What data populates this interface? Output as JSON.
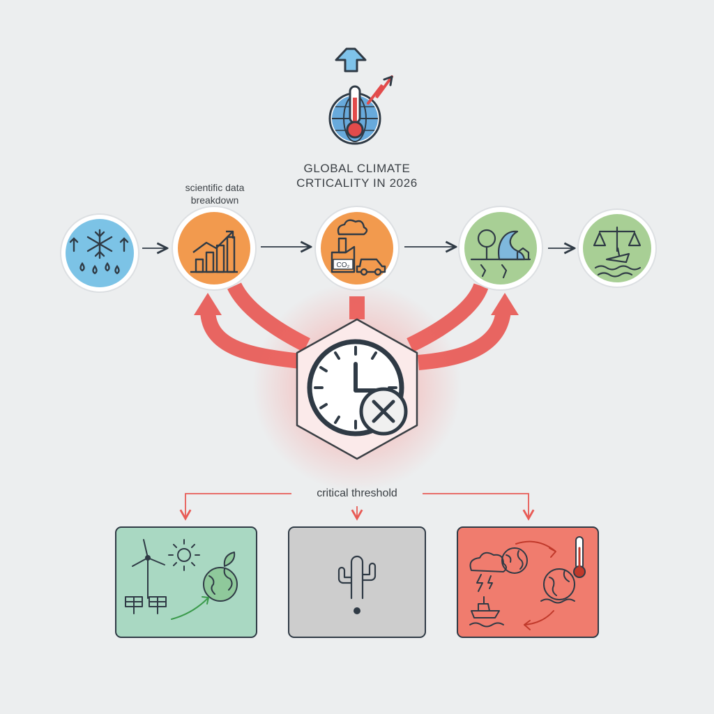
{
  "title": {
    "line1": "GLOBAL CLIMATE",
    "line2": "CRTICALITY IN 2026"
  },
  "subtitle": {
    "line1": "scientific data",
    "line2": "breakdown"
  },
  "threshold_label": "critical threshold",
  "text_in_icons": {
    "co2": "CO₂"
  },
  "nodes": [
    {
      "icon": "snowflake-precipitation-icon",
      "color": "#7cc3e6"
    },
    {
      "icon": "rising-bar-chart-icon",
      "color": "#f29a4e"
    },
    {
      "icon": "factory-emissions-car-icon",
      "color": "#f29a4e"
    },
    {
      "icon": "tree-wave-house-icon",
      "color": "#a8cf95"
    },
    {
      "icon": "scales-sinking-ship-icon",
      "color": "#a8cf95"
    }
  ],
  "center": {
    "icon": "clock-cancel-icon"
  },
  "outcomes": [
    {
      "icon": "renewable-energy-earth-icon",
      "color": "#a9d8c2"
    },
    {
      "icon": "cactus-warning-icon",
      "color": "#cdcdcd"
    },
    {
      "icon": "storm-heat-earth-cycle-icon",
      "color": "#f07c6e"
    }
  ],
  "colors": {
    "background": "#eceeef",
    "accent_red": "#e85a55",
    "outline": "#2f3a45"
  }
}
